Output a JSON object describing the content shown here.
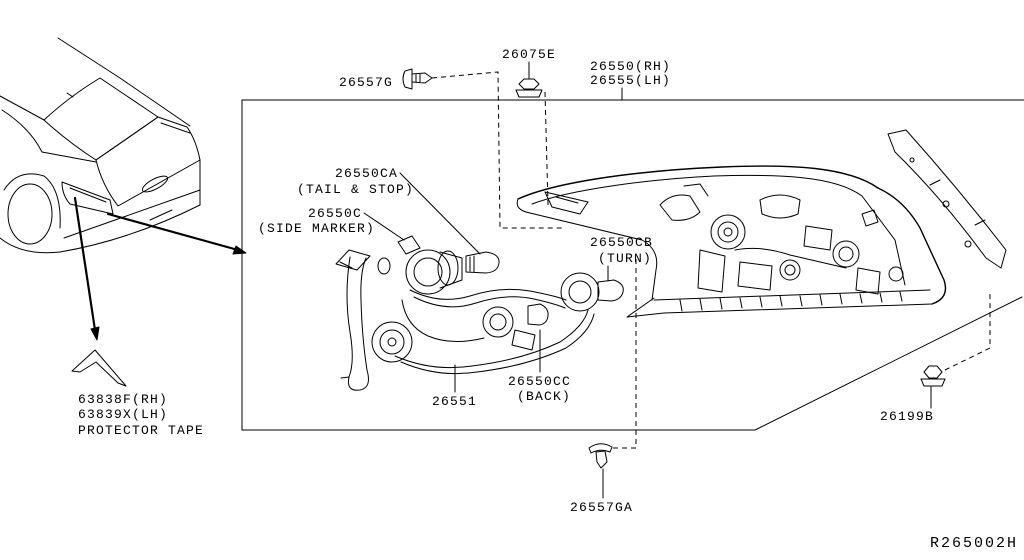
{
  "diagram_code": "R265002H",
  "colors": {
    "line": "#000000",
    "background": "#ffffff"
  },
  "parts": {
    "clip_upper": {
      "number": "26557G"
    },
    "nut_upper": {
      "number": "26075E"
    },
    "lamp_assembly": {
      "number_rh": "26550(RH)",
      "number_lh": "26555(LH)"
    },
    "bulb_tail_stop": {
      "number": "26550CA",
      "description": "(TAIL & STOP)"
    },
    "bulb_side_marker": {
      "number": "26550C",
      "description": "(SIDE MARKER)"
    },
    "bulb_turn": {
      "number": "26550CB",
      "description": "(TURN)"
    },
    "harness": {
      "number": "26551"
    },
    "bulb_back": {
      "number": "26550CC",
      "description": "(BACK)"
    },
    "protector_tape": {
      "number_rh": "63838F(RH)",
      "number_lh": "63839X(LH)",
      "description": "PROTECTOR TAPE"
    },
    "nut_lower": {
      "number": "26199B"
    },
    "clip_lower": {
      "number": "26557GA"
    }
  }
}
